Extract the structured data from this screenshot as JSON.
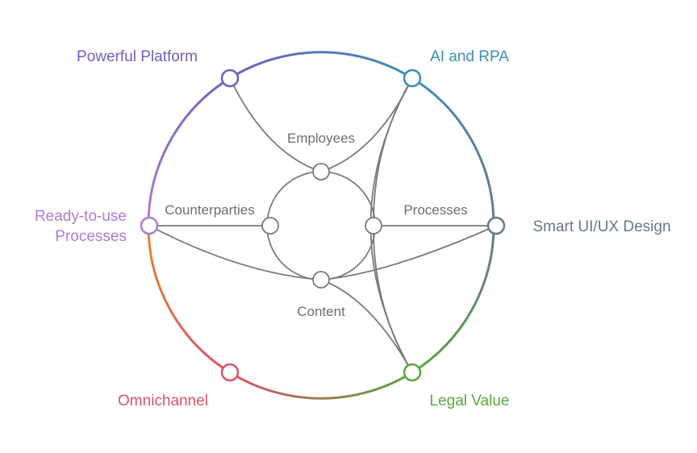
{
  "colors": {
    "purple": "#6f5fbd",
    "blue": "#3a8fb8",
    "slate": "#66788a",
    "green": "#5aa83c",
    "red": "#d9546a",
    "orange": "#e0892f",
    "violet": "#b07ad6",
    "gray": "#7a7a7a",
    "inner_text": "#6e6e6e"
  },
  "outer_nodes": {
    "powerful_platform": "Powerful Platform",
    "ai_rpa": "AI and RPA",
    "smart_ui": "Smart UI/UX Design",
    "legal_value": "Legal Value",
    "omnichannel": "Omnichannel",
    "ready_line1": "Ready-to-use",
    "ready_line2": "Processes"
  },
  "inner_nodes": {
    "employees": "Employees",
    "counterparties": "Counterparties",
    "processes": "Processes",
    "content": "Content"
  }
}
